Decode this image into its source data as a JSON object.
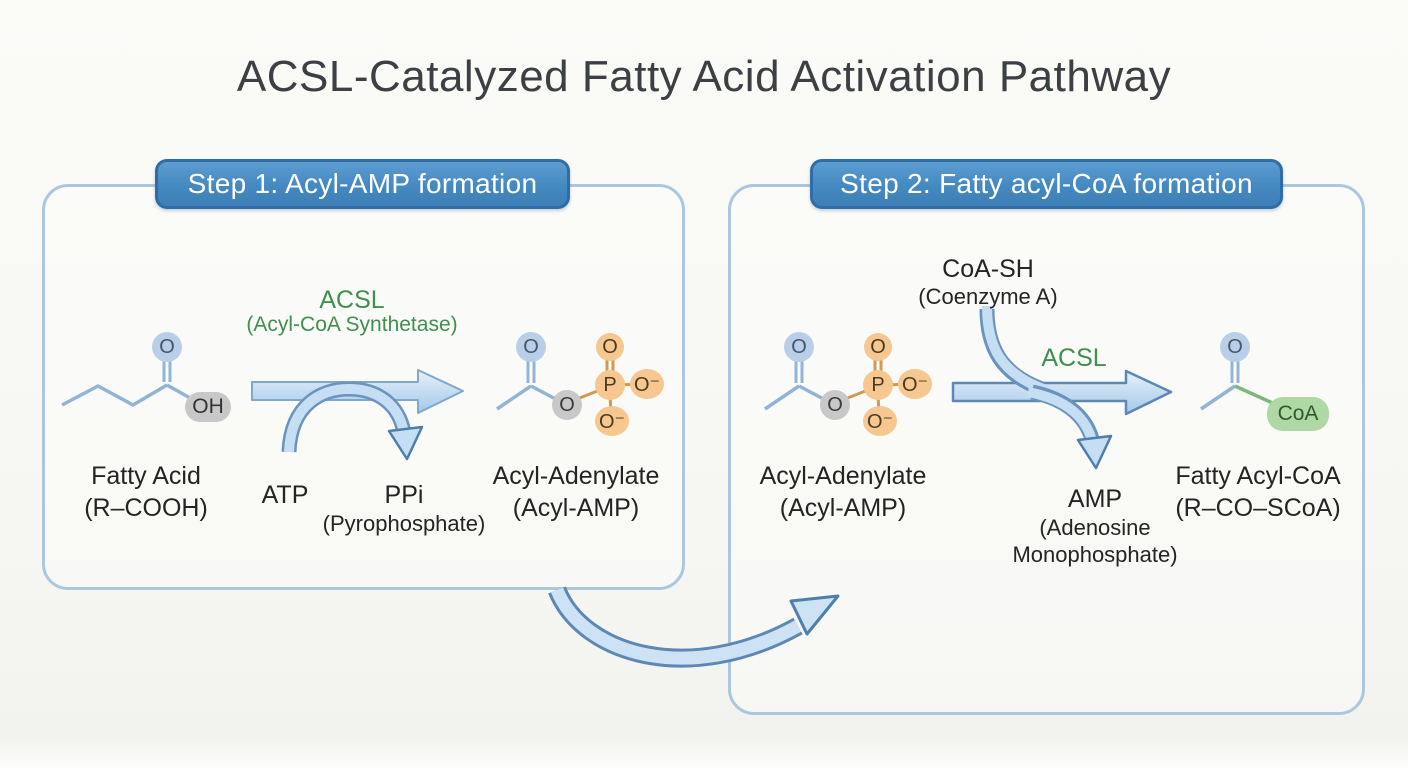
{
  "title": "ACSL-Catalyzed Fatty Acid Activation Pathway",
  "atoms": {
    "o": "O",
    "oh": "OH",
    "p": "P",
    "o_minus": "O⁻",
    "coa": "CoA"
  },
  "step1": {
    "header": "Step 1: Acyl-AMP formation",
    "enzyme_name": "ACSL",
    "enzyme_sub": "(Acyl-CoA Synthetase)",
    "substrate_label": "Fatty Acid",
    "substrate_sub": "(R–COOH)",
    "atp_label": "ATP",
    "ppi_label": "PPi",
    "ppi_sub": "(Pyrophosphate)",
    "product_label": "Acyl-Adenylate",
    "product_sub": "(Acyl-AMP)"
  },
  "step2": {
    "header": "Step 2: Fatty acyl-CoA formation",
    "coa_label": "CoA-SH",
    "coa_sub": "(Coenzyme A)",
    "enzyme_name": "ACSL",
    "substrate_label": "Acyl-Adenylate",
    "substrate_sub": "(Acyl-AMP)",
    "amp_label": "AMP",
    "amp_sub": "(Adenosine Monophosphate)",
    "product_label": "Fatty Acyl-CoA",
    "product_sub": "(R–CO–SCoA)"
  },
  "colors": {
    "badge_blue": "#4489c1",
    "panel_border": "#a9c8e0",
    "enzyme_green": "#3f8f4f",
    "arrow_fill": "#c6def3",
    "arrow_edge": "#5d88b5",
    "atom_blue": "#b9cfe9",
    "atom_gray": "#c8c8c8",
    "atom_orange": "#f6c88f",
    "coa_green": "#aed8a4"
  }
}
